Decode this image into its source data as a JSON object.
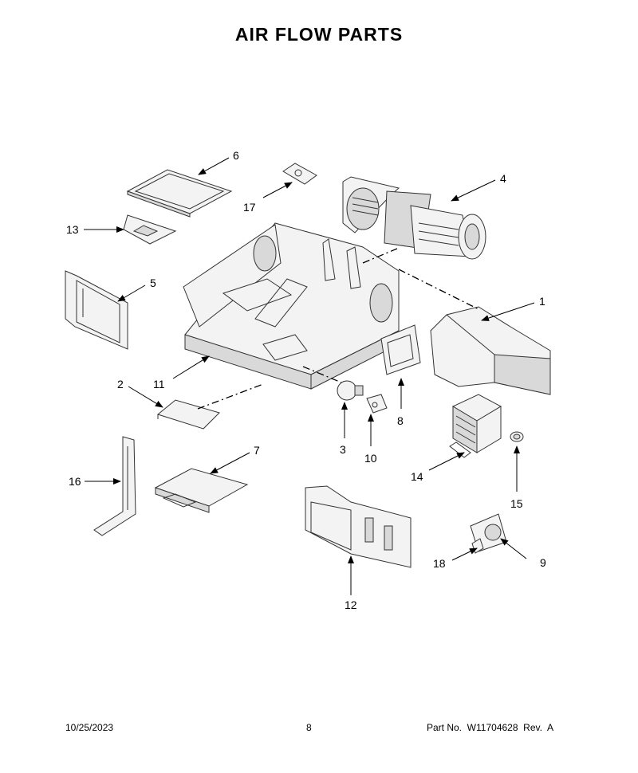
{
  "title": "AIR FLOW PARTS",
  "callouts": [
    "1",
    "2",
    "3",
    "4",
    "5",
    "6",
    "7",
    "8",
    "9",
    "10",
    "11",
    "12",
    "13",
    "14",
    "15",
    "16",
    "17",
    "18"
  ],
  "footer": {
    "date": "10/25/2023",
    "page": "8",
    "part_info": "Part No.  W11704628  Rev.  A"
  }
}
